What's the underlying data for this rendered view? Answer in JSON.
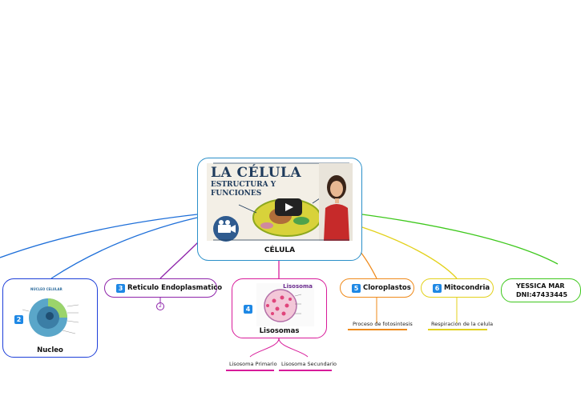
{
  "center": {
    "title_line1": "LA CÉLULA",
    "title_line2": "ESTRUCTURA Y",
    "title_line3": "FUNCIONES",
    "label": "CÉLULA"
  },
  "nodes": {
    "nucleo": {
      "label": "Nucleo",
      "badge": "2",
      "image_caption": "NÚCLEO CELULAR"
    },
    "reticulo": {
      "label": "Reticulo Endoplasmatico",
      "badge": "3",
      "collapsed_count": "2"
    },
    "lisosomas": {
      "label": "Lisosomas",
      "badge": "4",
      "image_title": "Lisosoma",
      "children": [
        "Lisosoma Primario",
        "Lisosoma Secundario"
      ]
    },
    "cloroplastos": {
      "label": "Cloroplastos",
      "badge": "5",
      "child": "Proceso de fotosintesis"
    },
    "mitocondria": {
      "label": "Mitocondria",
      "badge": "6",
      "child": "Respiracion de la celula"
    },
    "author": {
      "line1": "YESSICA MAR",
      "line2": "DNI:47433445"
    }
  },
  "colors": {
    "blue": "#1e6fd9",
    "purple": "#8e24aa",
    "magenta": "#d81b9a",
    "orange": "#ef8a1a",
    "yellow": "#e3d11b",
    "green": "#3ec81c",
    "center_border": "#2a8fc9"
  }
}
